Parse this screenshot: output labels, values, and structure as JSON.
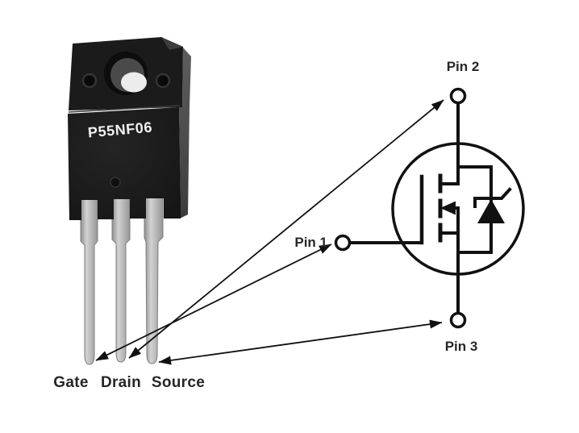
{
  "diagram": {
    "part_number": "P55NF06",
    "package_pins": [
      {
        "label": "Gate"
      },
      {
        "label": "Drain"
      },
      {
        "label": "Source"
      }
    ],
    "schematic_terminals": [
      {
        "label": "Pin 1",
        "connects_to": "Gate"
      },
      {
        "label": "Pin 2",
        "connects_to": "Drain"
      },
      {
        "label": "Pin 3",
        "connects_to": "Source"
      }
    ],
    "colors": {
      "background": "#ffffff",
      "package_body": "#1a1a1a",
      "package_side": "#4f4f4f",
      "lead_gray": "#b5b5b5",
      "schematic_line": "#111111",
      "label_text": "#262626",
      "part_number_text": "#f2f2f2"
    }
  }
}
